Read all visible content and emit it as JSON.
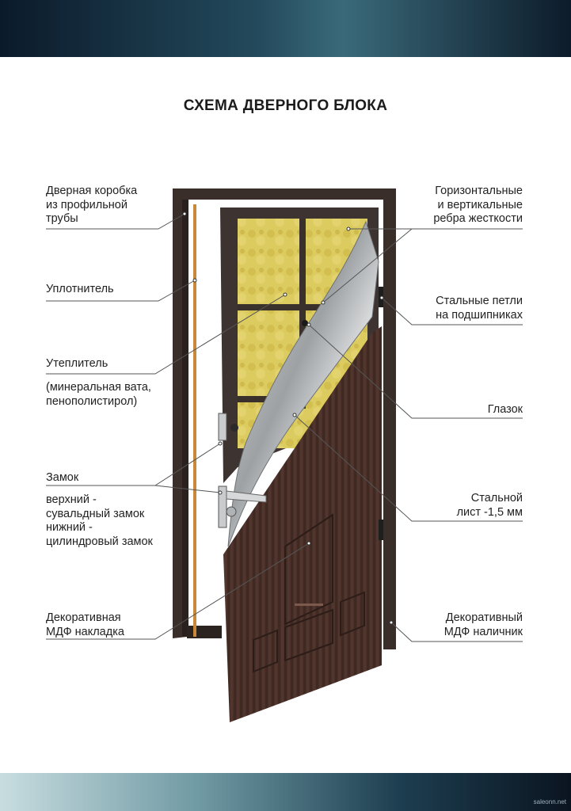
{
  "title": "СХЕМА ДВЕРНОГО БЛОКА",
  "labels": {
    "frame": "Дверная коробка\nиз профильной\nтрубы",
    "seal": "Уплотнитель",
    "insulation": "Утеплитель",
    "insulation_note": "(минеральная вата,\nпенополистирол)",
    "lock": "Замок",
    "lock_note": "верхний -\nсувальдный замок\nнижний -\nцилиндровый замок",
    "mdf_panel": "Декоративная\nМДФ накладка",
    "ribs": "Горизонтальные\nи вертикальные\nребра жесткости",
    "hinges": "Стальные петли\nна подшипниках",
    "peephole": "Глазок",
    "steel_sheet": "Стальной\nлист -1,5 мм",
    "mdf_trim": "Декоративный\nМДФ наличник"
  },
  "credit": "saleonn.net",
  "colors": {
    "frame": "#3a2e2a",
    "door_wood": "#4a3129",
    "insulation": "#d9c75a",
    "steel": "#b9bcbe",
    "leader_line": "#555555"
  }
}
